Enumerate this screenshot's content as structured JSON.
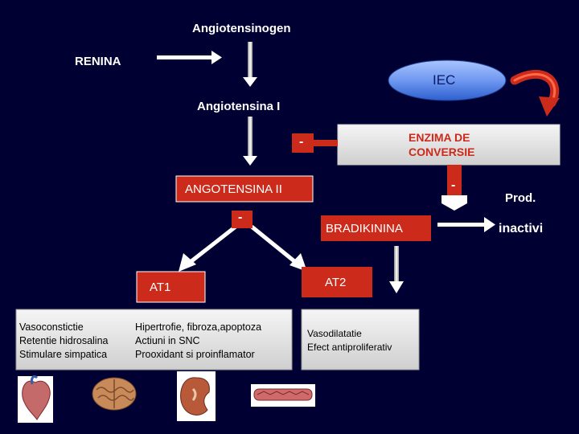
{
  "nodes": {
    "angiotensinogen": "Angiotensinogen",
    "renina": "RENINA",
    "iec": "IEC",
    "angiotensina_1": "Angiotensina I",
    "enzima_line1": "ENZIMA DE",
    "enzima_line2": "CONVERSIE",
    "minus": "-",
    "angiotensina_2": "ANGOTENSINA II",
    "bradikinina": "BRADIKININA",
    "prod": "Prod.",
    "inactivi": "inactivi",
    "at1": "AT1",
    "at2": "AT2"
  },
  "at1_effects_col1": [
    "Vasoconstictie",
    "Retentie hidrosalina",
    "Stimulare simpatica"
  ],
  "at1_effects_col2": [
    "Hipertrofie,  fibroza,apoptoza",
    "Actiuni in SNC",
    "Prooxidant si proinflamator"
  ],
  "at2_effects": [
    "Vasodilatatie",
    "Efect antiproliferativ"
  ],
  "colors": {
    "background": "#000033",
    "box_gray": "#e0e0e0",
    "accent_red": "#cc2a1a",
    "iec_blue": "#3a6fd8"
  },
  "images": [
    "heart-icon",
    "brain-icon",
    "kidney-icon",
    "vessel-icon"
  ]
}
